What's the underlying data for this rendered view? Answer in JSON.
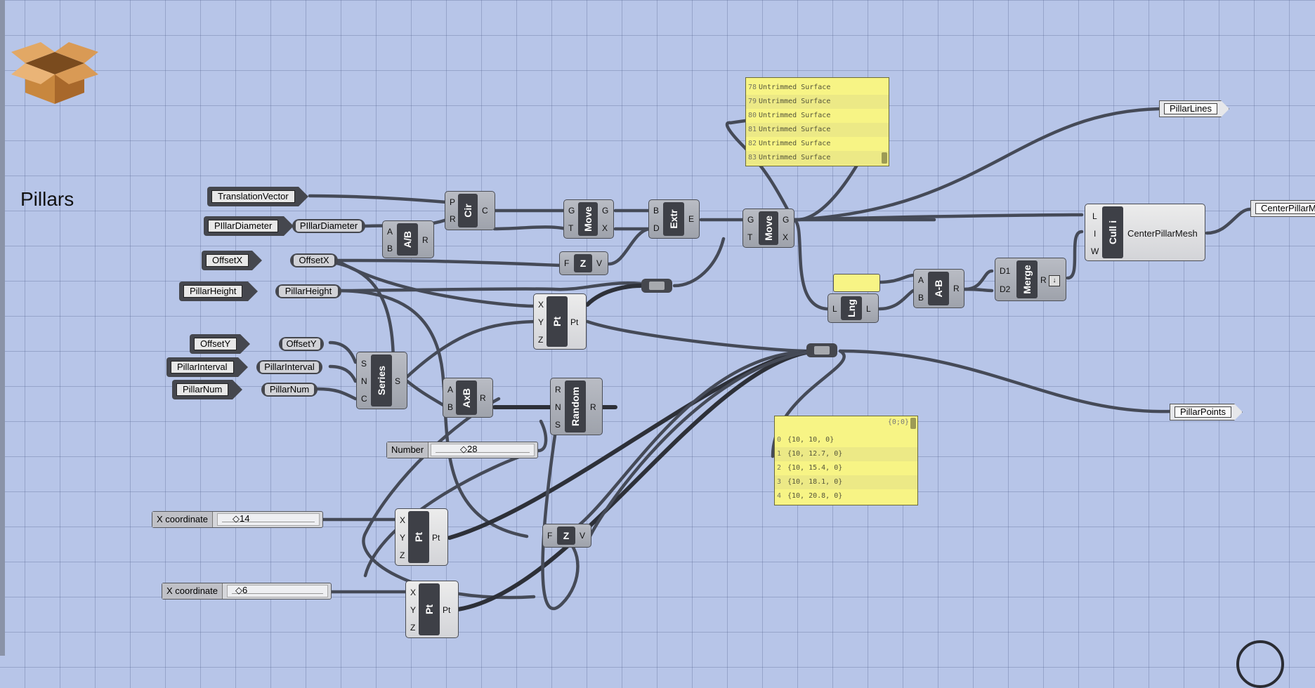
{
  "canvas": {
    "title": "Pillars"
  },
  "params": {
    "translation_vector": "TranslationVector",
    "pillar_diameter": "PIllarDiameter",
    "offset_x": "OffsetX",
    "pillar_height": "PillarHeight",
    "offset_y": "OffsetY",
    "pillar_interval": "PillarInterval",
    "pillar_num": "PillarNum"
  },
  "relays": {
    "pillar_diameter": "PIllarDiameter",
    "offset_x": "OffsetX",
    "pillar_height": "PillarHeight",
    "offset_y": "OffsetY",
    "pillar_interval": "PillarInterval",
    "pillar_num": "PillarNum"
  },
  "components": {
    "div": {
      "name": "A/B",
      "in": [
        "A",
        "B"
      ],
      "out": [
        "R"
      ]
    },
    "cir": {
      "name": "Cir",
      "in": [
        "P",
        "R"
      ],
      "out": [
        "C"
      ]
    },
    "move1": {
      "name": "Move",
      "in": [
        "G",
        "T"
      ],
      "out": [
        "G",
        "X"
      ]
    },
    "extr": {
      "name": "Extr",
      "in": [
        "B",
        "D"
      ],
      "out": [
        "E"
      ]
    },
    "move2": {
      "name": "Move",
      "in": [
        "G",
        "T"
      ],
      "out": [
        "G",
        "X"
      ]
    },
    "z1": {
      "name": "Z",
      "in": [
        "F"
      ],
      "out": [
        "V"
      ]
    },
    "pt1": {
      "name": "Pt",
      "in": [
        "X",
        "Y",
        "Z"
      ],
      "out": [
        "Pt"
      ]
    },
    "series": {
      "name": "Series",
      "in": [
        "S",
        "N",
        "C"
      ],
      "out": [
        "S"
      ]
    },
    "mul": {
      "name": "AxB",
      "in": [
        "A",
        "B"
      ],
      "out": [
        "R"
      ]
    },
    "random": {
      "name": "Random",
      "in": [
        "R",
        "N",
        "S"
      ],
      "out": [
        "R"
      ]
    },
    "lng": {
      "name": "Lng",
      "in": [
        "L"
      ],
      "out": [
        "L"
      ]
    },
    "sub": {
      "name": "A-B",
      "in": [
        "A",
        "B"
      ],
      "out": [
        "R"
      ]
    },
    "merge": {
      "name": "Merge",
      "in": [
        "D1",
        "D2"
      ],
      "out": [
        "R"
      ]
    },
    "cull": {
      "name": "Cull i",
      "in": [
        "L",
        "I",
        "W"
      ],
      "out": [
        "CenterPillarMesh"
      ]
    },
    "pt2": {
      "name": "Pt",
      "in": [
        "X",
        "Y",
        "Z"
      ],
      "out": [
        "Pt"
      ]
    },
    "z2": {
      "name": "Z",
      "in": [
        "F"
      ],
      "out": [
        "V"
      ]
    },
    "pt3": {
      "name": "Pt",
      "in": [
        "X",
        "Y",
        "Z"
      ],
      "out": [
        "Pt"
      ]
    }
  },
  "sliders": {
    "number": {
      "label": "Number",
      "value": "28"
    },
    "x_coord_1": {
      "label": "X coordinate",
      "value": "14"
    },
    "x_coord_2": {
      "label": "X coordinate",
      "value": "6"
    }
  },
  "outputs": {
    "pillar_lines": "PillarLines",
    "center_pillar_mesh": "CenterPillarM",
    "pillar_points": "PillarPoints"
  },
  "panel_surfaces": {
    "rows": [
      {
        "index": "78",
        "text": "Untrimmed Surface"
      },
      {
        "index": "79",
        "text": "Untrimmed Surface"
      },
      {
        "index": "80",
        "text": "Untrimmed Surface"
      },
      {
        "index": "81",
        "text": "Untrimmed Surface"
      },
      {
        "index": "82",
        "text": "Untrimmed Surface"
      },
      {
        "index": "83",
        "text": "Untrimmed Surface"
      }
    ]
  },
  "panel_points": {
    "header": "{0;0}",
    "rows": [
      {
        "index": "0",
        "text": "{10, 10, 0}"
      },
      {
        "index": "1",
        "text": "{10, 12.7, 0}"
      },
      {
        "index": "2",
        "text": "{10, 15.4, 0}"
      },
      {
        "index": "3",
        "text": "{10, 18.1, 0}"
      },
      {
        "index": "4",
        "text": "{10, 20.8, 0}"
      }
    ]
  },
  "colors": {
    "canvas": "#b7c5e8",
    "panel": "#f7f485",
    "component": "#3e4047"
  },
  "icons": [
    "box-icon",
    "merge-flatten-icon"
  ]
}
